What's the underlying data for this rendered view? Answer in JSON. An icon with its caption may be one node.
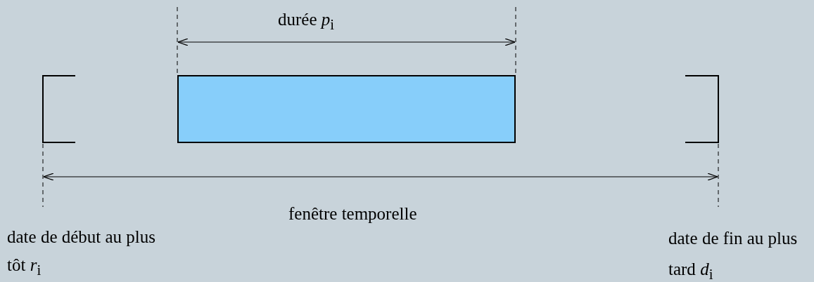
{
  "diagram": {
    "nodes": [
      {
        "text": [],
        "shape": "bar"
      }
    ],
    "labels": [
      "durée *p*$_{i}$",
      "fenêtre temporelle",
      "date de début au plus tôt *r*$_{i}$",
      "date de fin au plus tard *d*$_{i}$"
    ]
  }
}
